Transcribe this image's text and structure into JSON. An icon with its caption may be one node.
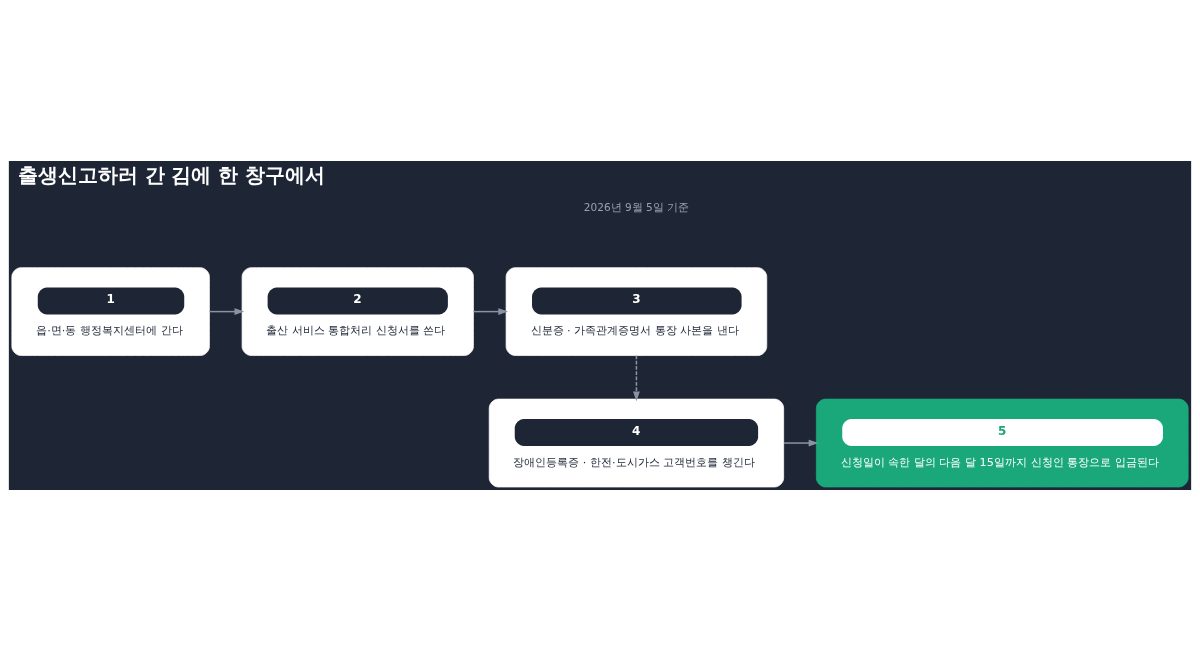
{
  "diagram": {
    "title": "출생신고하러 간 김에 한 창구에서",
    "nodes": [
      {
        "text": [
          "1",
          "읍·면·동 행정복지센터에 간다"
        ]
      },
      {
        "text": [
          "2",
          "출산 서비스 통합처리 신청서를 쓴다"
        ]
      },
      {
        "text": [
          "3",
          "신분증 · 가족관계증명서 통장 사본을 낸다"
        ]
      },
      {
        "text": [
          "4",
          "장애인등록증 · 한전·도시가스 고객번호를 챙긴다"
        ]
      },
      {
        "text": [
          "5",
          "신청일이 속한 달의 다음 달 15일까지 신청인 통장으로 입금된다"
        ]
      }
    ],
    "edges": [
      {
        "from": 0,
        "to": 1,
        "arrow": "to"
      },
      {
        "from": 1,
        "to": 2,
        "arrow": "to"
      },
      {
        "from": 2,
        "to": 3,
        "arrow": "to",
        "style": "dashed"
      },
      {
        "from": 3,
        "to": 4,
        "arrow": "to"
      }
    ],
    "labels": [
      "2026년 9월 5일 기준"
    ]
  }
}
